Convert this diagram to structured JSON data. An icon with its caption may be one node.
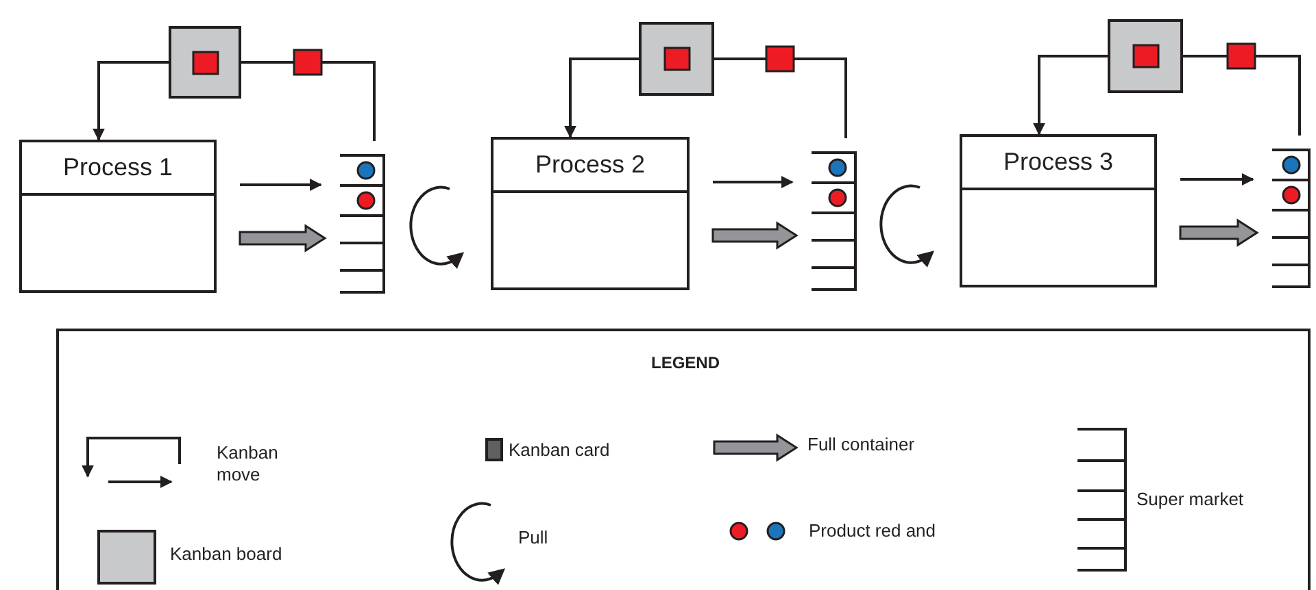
{
  "diagram": {
    "nodes": [
      {
        "text": [],
        "shape": "box"
      },
      {
        "text": [
          "Process 1"
        ]
      },
      {
        "text": [],
        "shape": "rack"
      },
      {
        "text": [],
        "shape": "box"
      },
      {
        "text": [
          "Process 2"
        ]
      },
      {
        "text": [],
        "shape": "rack"
      },
      {
        "text": [],
        "shape": "box"
      },
      {
        "text": [
          "Process 3"
        ]
      },
      {
        "text": [],
        "shape": "rack"
      }
    ],
    "edges": [
      {
        "from": 0,
        "to": 1,
        "arrow": "to"
      },
      {
        "from": 2,
        "to": 0,
        "arrow": "none"
      },
      {
        "from": 1,
        "to": 2,
        "arrow": "to"
      },
      {
        "from": 1,
        "to": 2,
        "arrow": "to",
        "style": "thick",
        "color": "#939598"
      },
      {
        "from": 3,
        "to": 4,
        "arrow": "to"
      },
      {
        "from": 5,
        "to": 3,
        "arrow": "none"
      },
      {
        "from": 4,
        "to": 5,
        "arrow": "to"
      },
      {
        "from": 4,
        "to": 5,
        "arrow": "to",
        "style": "thick",
        "color": "#939598"
      },
      {
        "from": 6,
        "to": 7,
        "arrow": "to"
      },
      {
        "from": 8,
        "to": 6,
        "arrow": "none"
      },
      {
        "from": 7,
        "to": 8,
        "arrow": "to"
      },
      {
        "from": 7,
        "to": 8,
        "arrow": "to",
        "style": "thick",
        "color": "#939598"
      }
    ],
    "labels": [
      "LEGEND"
    ],
    "legend": [
      {
        "text": "Kanban move"
      },
      {
        "text": "Kanban card",
        "color": "#5f6062"
      },
      {
        "text": "Full container"
      },
      {
        "text": "Super market"
      },
      {
        "text": "Kanban board",
        "color": "#c8c9cb"
      },
      {
        "text": "Pull"
      },
      {
        "text": "Product red and"
      }
    ]
  }
}
